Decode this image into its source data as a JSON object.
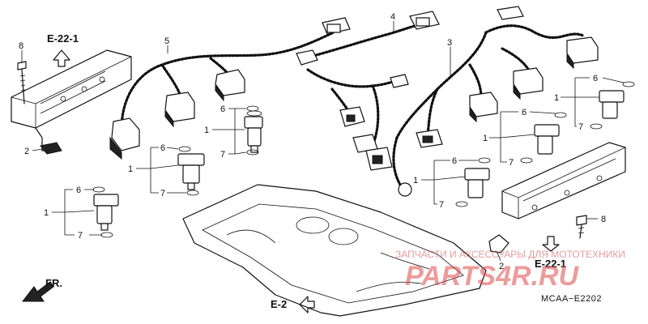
{
  "diagram": {
    "code": "MCAA−E2202",
    "references": {
      "e22_1_top": "E-22-1",
      "e22_1_bottom": "E-22-1",
      "e2": "E-2",
      "front": "FR."
    },
    "callouts": {
      "p1a": "1",
      "p1b": "1",
      "p1c": "1",
      "p1d": "1",
      "p1e": "1",
      "p1f": "1",
      "p2a": "2",
      "p2b": "2",
      "p3": "3",
      "p4": "4",
      "p5": "5",
      "p6a": "6",
      "p6b": "6",
      "p6c": "6",
      "p6d": "6",
      "p6e": "6",
      "p6f": "6",
      "p7a": "7",
      "p7b": "7",
      "p7c": "7",
      "p7d": "7",
      "p7e": "7",
      "p7f": "7",
      "p8a": "8",
      "p8b": "8"
    }
  },
  "watermark": {
    "line1": "ЗАПЧАСТИ И АКСЕССУАРЫ ДЛЯ МОТОТЕХНИКИ",
    "line2": "PARTS4R.RU"
  }
}
